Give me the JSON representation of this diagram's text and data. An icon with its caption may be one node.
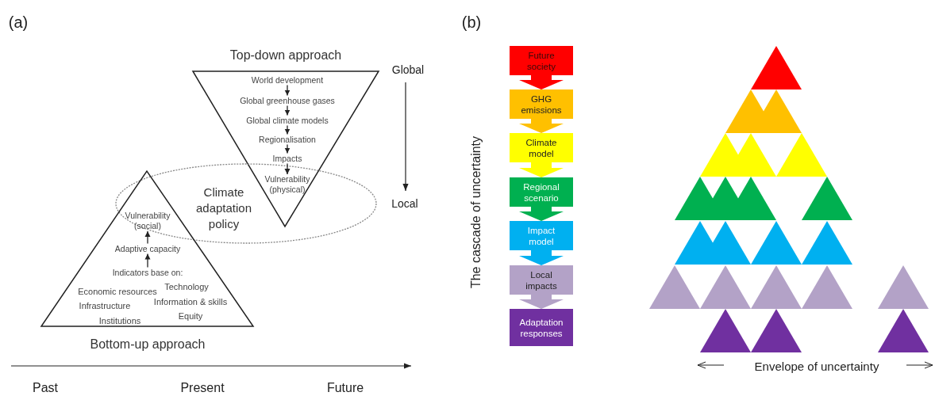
{
  "diagram": {
    "nodes": [
      {
        "text": [
          "Top-down approach"
        ]
      },
      {
        "text": [
          "World development"
        ],
        "in": 0
      },
      {
        "text": [
          "Global greenhouse gases"
        ],
        "in": 0
      },
      {
        "text": [
          "Global climate models"
        ],
        "in": 0
      },
      {
        "text": [
          "Regionalisation"
        ],
        "in": 0
      },
      {
        "text": [
          "Impacts"
        ],
        "in": 0
      },
      {
        "text": [
          "Vulnerability (physical)"
        ]
      },
      {
        "text": [
          "Climate adaptation policy"
        ]
      },
      {
        "text": [
          "Bottom-up approach"
        ]
      },
      {
        "text": [
          "Vulnerability (social)"
        ]
      },
      {
        "text": [
          "Adaptive capacity"
        ],
        "in": 8
      },
      {
        "text": [
          "Indicators base on:"
        ],
        "in": 8
      },
      {
        "text": [
          "Future society"
        ]
      },
      {
        "text": [
          "GHG emissions"
        ]
      },
      {
        "text": [
          "Climate model"
        ]
      },
      {
        "text": [
          "Regional scenario"
        ]
      },
      {
        "text": [
          "Impact model"
        ]
      },
      {
        "text": [
          "Local impacts"
        ]
      },
      {
        "text": [
          "Adaptation responses"
        ]
      }
    ],
    "edges": [
      {
        "from": 1,
        "to": 2,
        "arrow": "to"
      },
      {
        "from": 2,
        "to": 3,
        "arrow": "to"
      },
      {
        "from": 3,
        "to": 4,
        "arrow": "to"
      },
      {
        "from": 4,
        "to": 5,
        "arrow": "to"
      },
      {
        "from": 5,
        "to": 6,
        "arrow": "to"
      },
      {
        "from": 11,
        "to": 10,
        "arrow": "to"
      },
      {
        "from": 10,
        "to": 9,
        "arrow": "to"
      },
      {
        "from": 12,
        "to": 13,
        "arrow": "to",
        "style": "thick",
        "color": "#ff0000"
      },
      {
        "from": 13,
        "to": 14,
        "arrow": "to",
        "style": "thick",
        "color": "#ffc000"
      },
      {
        "from": 14,
        "to": 15,
        "arrow": "to",
        "style": "thick",
        "color": "#ffff00"
      },
      {
        "from": 15,
        "to": 16,
        "arrow": "to",
        "style": "thick",
        "color": "#00b050"
      },
      {
        "from": 16,
        "to": 17,
        "arrow": "to",
        "style": "thick",
        "color": "#00b0f0"
      },
      {
        "from": 17,
        "to": 18,
        "arrow": "to",
        "style": "thick",
        "color": "#b3a2c7"
      }
    ],
    "labels": [
      "(a)",
      "(b)",
      "Global",
      "Local",
      "Technology",
      "Economic resources",
      "Information & skills",
      "Infrastructure",
      "Equity",
      "Institutions",
      "Past",
      "Present",
      "Future",
      "The cascade of uncertainty",
      "Envelope of uncertainty"
    ]
  }
}
